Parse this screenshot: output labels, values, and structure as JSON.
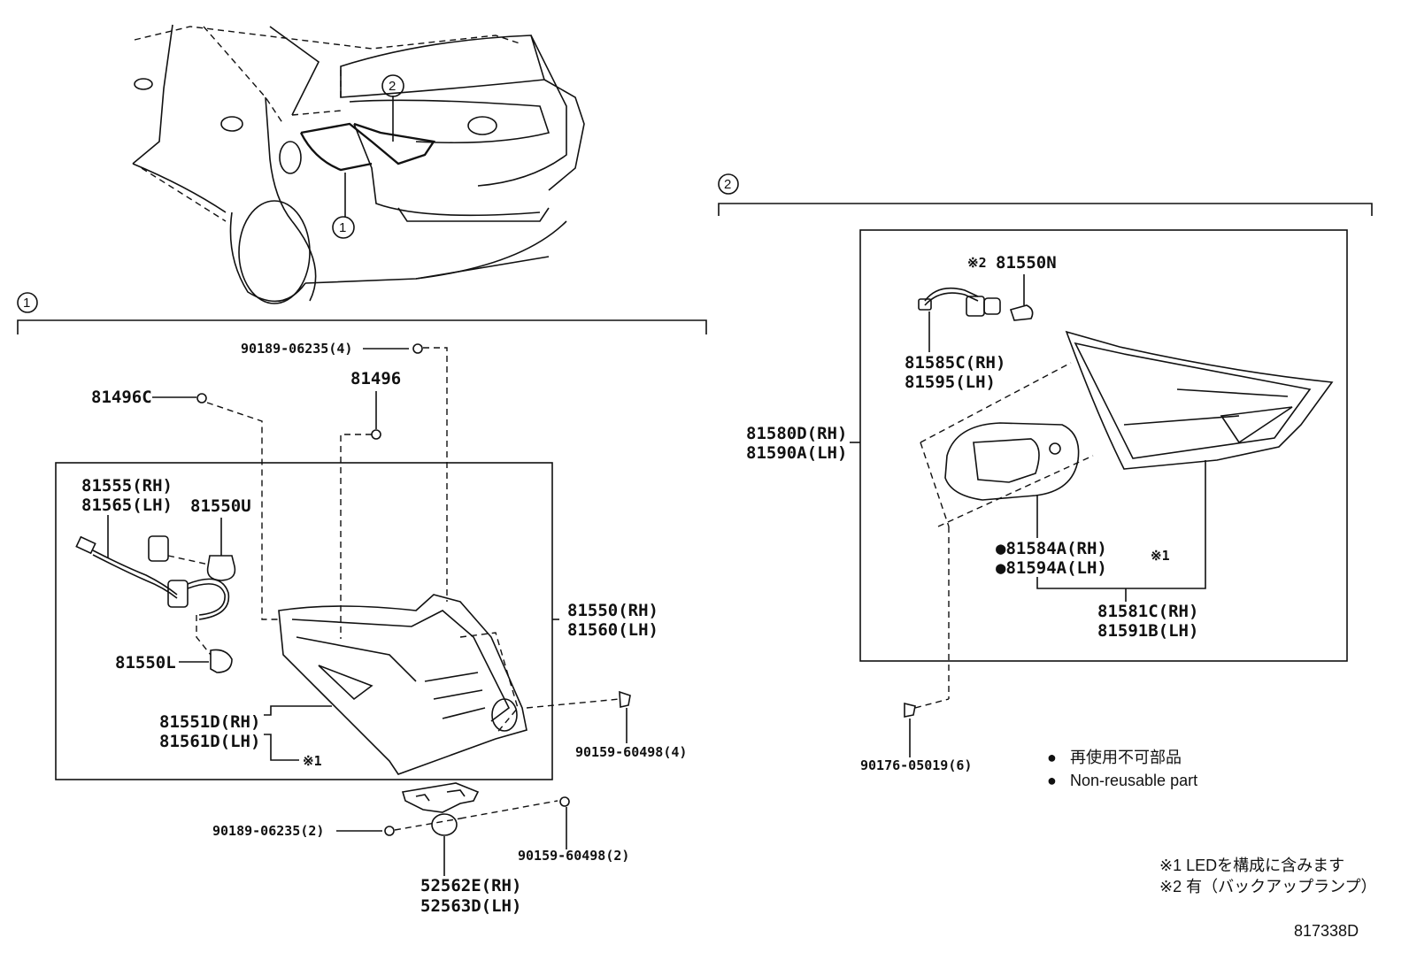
{
  "section_markers": {
    "one": "1",
    "two": "2"
  },
  "section1": {
    "top_bolt": "90189-06235(4)",
    "clip_left": "81496C",
    "clip_mid": "81496",
    "socket_rh": "81555(RH)",
    "socket_lh": "81565(LH)",
    "bulb_u": "81550U",
    "bulb_l": "81550L",
    "lamp_rh": "81550(RH)",
    "lamp_lh": "81560(LH)",
    "lens_rh": "81551D(RH)",
    "lens_lh": "81561D(LH)",
    "note_mark_1": "※1",
    "right_screw": "90159-60498(4)",
    "bottom_bolt": "90189-06235(2)",
    "bottom_screw": "90159-60498(2)",
    "bracket_rh": "52562E(RH)",
    "bracket_lh": "52563D(LH)"
  },
  "section2": {
    "bulb_n": "81550N",
    "note_mark_2": "※2",
    "socket_rh": "81585C(RH)",
    "socket_lh": "81595(LH)",
    "assy_rh": "81580D(RH)",
    "assy_lh": "81590A(LH)",
    "gasket_rh": "●81584A(RH)",
    "gasket_lh": "●81594A(LH)",
    "note_mark_1": "※1",
    "lens_rh": "81581C(RH)",
    "lens_lh": "81591B(LH)",
    "clip": "90176-05019(6)"
  },
  "legend": {
    "bullet": "●",
    "jp": "再使用不可部品",
    "en": "Non-reusable part"
  },
  "footnotes": {
    "n1": "※1 LEDを構成に含みます",
    "n2": "※2 有（バックアップランプ）"
  },
  "figure_id": "817338D"
}
